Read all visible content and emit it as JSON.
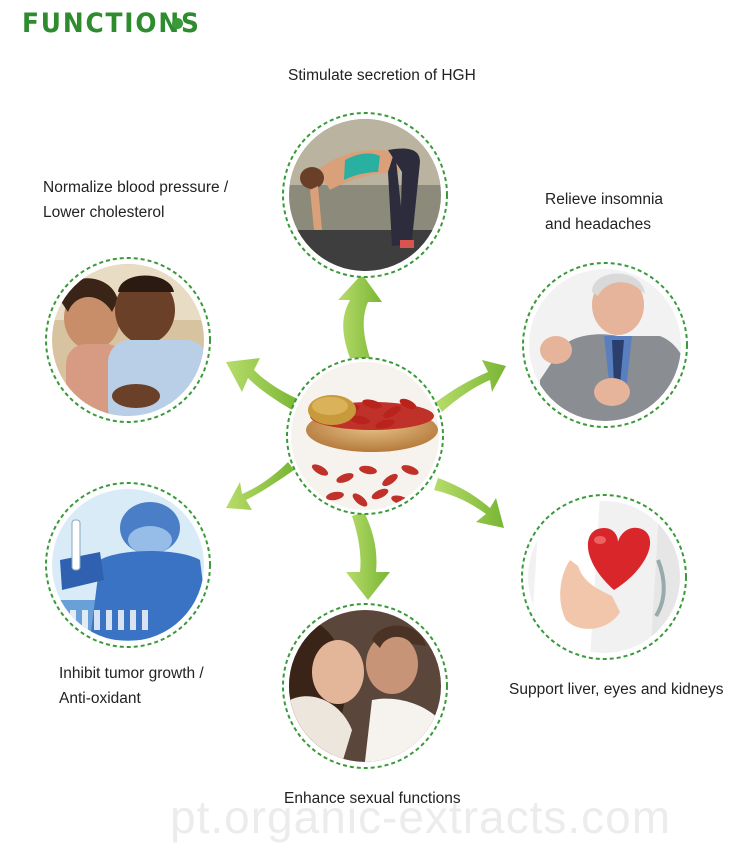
{
  "header": {
    "title": "FUNCTIONS"
  },
  "functions": [
    {
      "id": "hgh",
      "label": "Stimulate secretion of HGH"
    },
    {
      "id": "blood",
      "label": "Normalize blood pressure /\nLower cholesterol"
    },
    {
      "id": "insomnia",
      "label": "Relieve insomnia\nand headaches"
    },
    {
      "id": "tumor",
      "label": "Inhibit tumor growth /\nAnti-oxidant"
    },
    {
      "id": "liver",
      "label": "Support liver, eyes and kidneys"
    },
    {
      "id": "sexual",
      "label": "Enhance sexual functions"
    }
  ],
  "watermark": "pt.organic-extracts.com",
  "colors": {
    "title": "#2e8b2e",
    "arrow": "#8cc63f",
    "ring": "#3a9a3a"
  }
}
